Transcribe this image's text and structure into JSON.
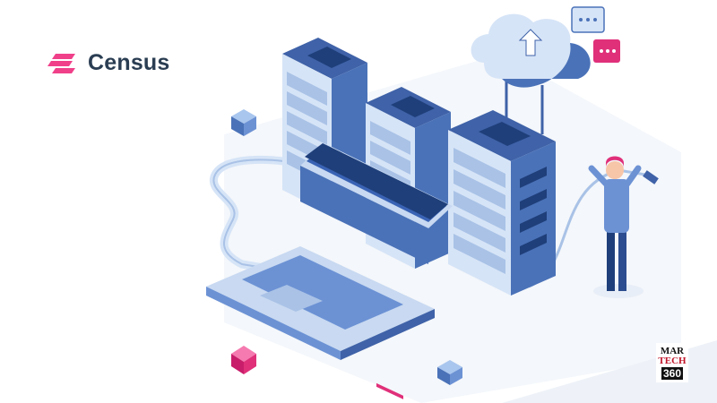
{
  "brand": {
    "name": "Census",
    "logo_icon": "census-logo-icon",
    "accent": "#f0408a",
    "text_color": "#2a3d52"
  },
  "watermark": {
    "line1": "MAR",
    "line2": "TECH",
    "line3": "360"
  },
  "illustration": {
    "subject": "server-rack-cloud-laptop-isometric",
    "palette": {
      "primary": "#4a72b8",
      "light": "#d6e4f7",
      "dark": "#1f3f7a",
      "accent": "#e0307a"
    }
  }
}
